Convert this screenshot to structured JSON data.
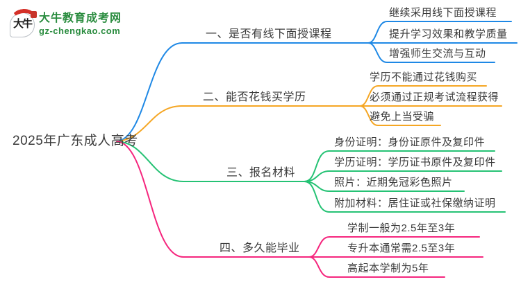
{
  "logo": {
    "icon_text": "大牛",
    "title": "大牛教育成考网",
    "domain": "gz-chengkao.com",
    "brand_green": "#2a8c3f",
    "accent_red": "#d43028"
  },
  "root": {
    "label": "2025年广东成人高考"
  },
  "branches": [
    {
      "label": "一、是否有线下面授课程",
      "color": "#1e88e5",
      "leaves": [
        "继续采用线下面授课程",
        "提升学习效果和教学质量",
        "增强师生交流与互动"
      ]
    },
    {
      "label": "二、能否花钱买学历",
      "color": "#f5a623",
      "leaves": [
        "学历不能通过花钱购买",
        "必须通过正规考试流程获得",
        "避免上当受骗"
      ]
    },
    {
      "label": "三、报名材料",
      "color": "#25c274",
      "leaves": [
        "身份证明：身份证原件及复印件",
        "学历证明：学历证书原件及复印件",
        "照片：近期免冠彩色照片",
        "附加材料：居住证或社保缴纳证明"
      ]
    },
    {
      "label": "四、多久能毕业",
      "color": "#f5257d",
      "leaves": [
        "学制一般为2.5年至3年",
        "专升本通常需2.5至3年",
        "高起本学制为5年"
      ]
    }
  ]
}
